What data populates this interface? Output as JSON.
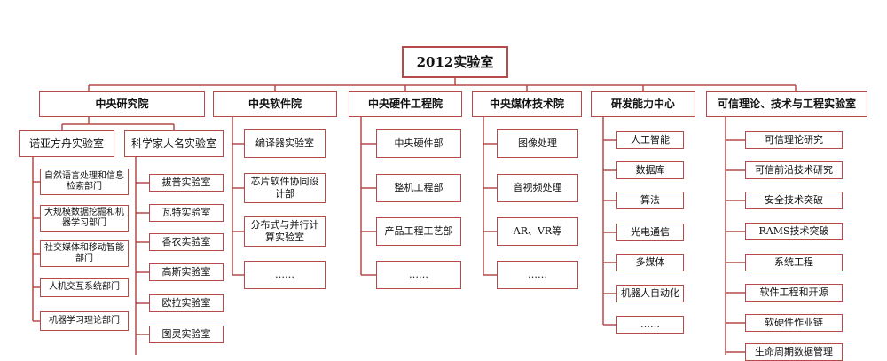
{
  "root": "2012实验室",
  "departments": [
    "中央研究院",
    "中央软件院",
    "中央硬件工程院",
    "中央媒体技术院",
    "研发能力中心",
    "可信理论、技术与工程实验室"
  ],
  "central_research": {
    "noah": {
      "label": "诺亚方舟实验室",
      "children": [
        "自然语言处理和信息检索部门",
        "大规模数据挖掘和机器学习部门",
        "社交媒体和移动智能部门",
        "人机交互系统部门",
        "机器学习理论部门"
      ]
    },
    "scientist": {
      "label": "科学家人名实验室",
      "children": [
        "拔普实验室",
        "瓦特实验室",
        "香农实验室",
        "高斯实验室",
        "欧拉实验室",
        "图灵实验室"
      ]
    }
  },
  "software": [
    "编译器实验室",
    "芯片软件协同设计部",
    "分布式与并行计算实验室",
    "……"
  ],
  "hardware": [
    "中央硬件部",
    "整机工程部",
    "产品工程工艺部",
    "……"
  ],
  "media": [
    "图像处理",
    "音视频处理",
    "AR、VR等",
    "……"
  ],
  "rd": [
    "人工智能",
    "数据库",
    "算法",
    "光电通信",
    "多媒体",
    "机器人自动化",
    "……"
  ],
  "trust": [
    "可信理论研究",
    "可信前沿技术研究",
    "安全技术突破",
    "RAMS技术突破",
    "系统工程",
    "软件工程和开源",
    "软硬件作业链",
    "生命周期数据管理"
  ]
}
